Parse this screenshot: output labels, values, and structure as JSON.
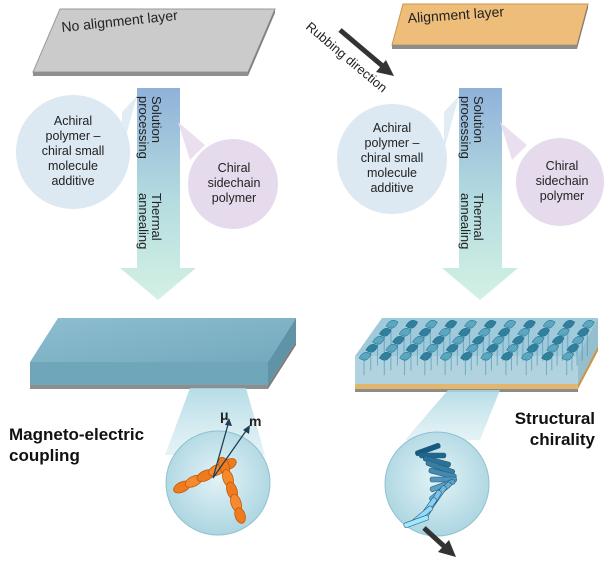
{
  "left_panel": {
    "top_label": "No alignment layer",
    "arrow_label_1": [
      "Solution",
      "processing"
    ],
    "arrow_label_2": [
      "Thermal",
      "annealing"
    ],
    "bubble_achiral": [
      "Achiral",
      "polymer –",
      "chiral small",
      "molecule",
      "additive"
    ],
    "bubble_chiral": [
      "Chiral",
      "sidechain",
      "polymer"
    ],
    "result_label": [
      "Magneto-electric",
      "coupling"
    ],
    "vector_labels": [
      "μ",
      "m"
    ]
  },
  "right_panel": {
    "top_label": "Alignment layer",
    "rubbing_label": "Rubbing direction",
    "arrow_label_1": [
      "Solution",
      "processing"
    ],
    "arrow_label_2": [
      "Thermal",
      "annealing"
    ],
    "bubble_achiral": [
      "Achiral",
      "polymer –",
      "chiral small",
      "molecule",
      "additive"
    ],
    "bubble_chiral": [
      "Chiral",
      "sidechain",
      "polymer"
    ],
    "result_label": [
      "Structural",
      "chirality"
    ]
  },
  "colors": {
    "gray_plate": "#c9c9c9",
    "orange_plate": "#eebd79",
    "teal_film": "#7fb2c6",
    "arrow_top": "#8fb4d8",
    "arrow_bottom": "#cdeee2",
    "bubble_blue": "#dde8f2",
    "bubble_purple": "#e7dcee",
    "helix_orange": "#f07a1e"
  }
}
